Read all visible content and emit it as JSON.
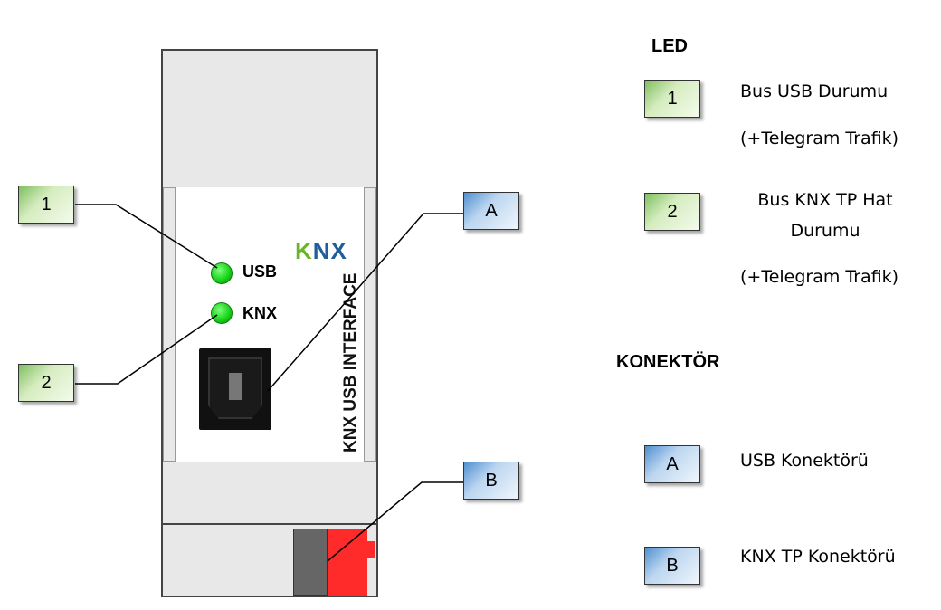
{
  "device": {
    "led_labels": [
      "USB",
      "KNX"
    ],
    "logo_text": "KNX",
    "side_text": "KNX USB INTERFACE"
  },
  "callouts": {
    "led1": "1",
    "led2": "2",
    "connA": "A",
    "connB": "B"
  },
  "legend": {
    "led_heading": "LED",
    "led_items": [
      {
        "badge": "1",
        "line1": "Bus USB Durumu",
        "line2": "(+Telegram Trafik)"
      },
      {
        "badge": "2",
        "line1": "Bus KNX TP Hat",
        "line2": "Durumu",
        "line3": "(+Telegram Trafik)"
      }
    ],
    "connector_heading": "KONEKTÖR",
    "connector_items": [
      {
        "badge": "A",
        "label": "USB Konektörü"
      },
      {
        "badge": "B",
        "label": "KNX TP Konektörü"
      }
    ]
  },
  "colors": {
    "led_green": "#12d012",
    "connector_red": "#ff2a2a",
    "knx_logo_green": "#6ab42d",
    "knx_logo_blue": "#1f5f99"
  }
}
